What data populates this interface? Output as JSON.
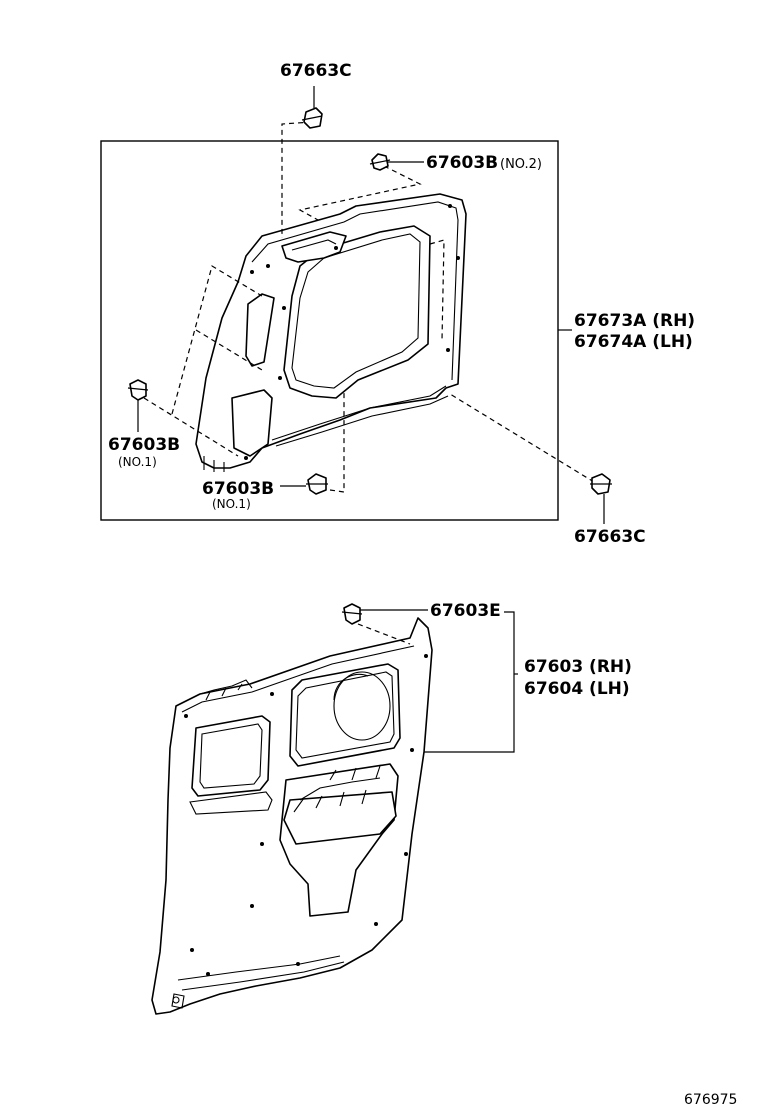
{
  "labels": {
    "clip_top": "67663C",
    "clip_no2": "67603B",
    "clip_no2_sub": "(NO.2)",
    "panel_upper_rh": "67673A (RH)",
    "panel_upper_lh": "67674A (LH)",
    "clip_left": "67603B",
    "clip_left_sub": "(NO.1)",
    "clip_bottom": "67603B",
    "clip_bottom_sub": "(NO.1)",
    "clip_right": "67663C",
    "clip_lower": "67603E",
    "panel_lower_rh": "67603 (RH)",
    "panel_lower_lh": "67604 (LH)"
  },
  "figure_ref": "676975"
}
